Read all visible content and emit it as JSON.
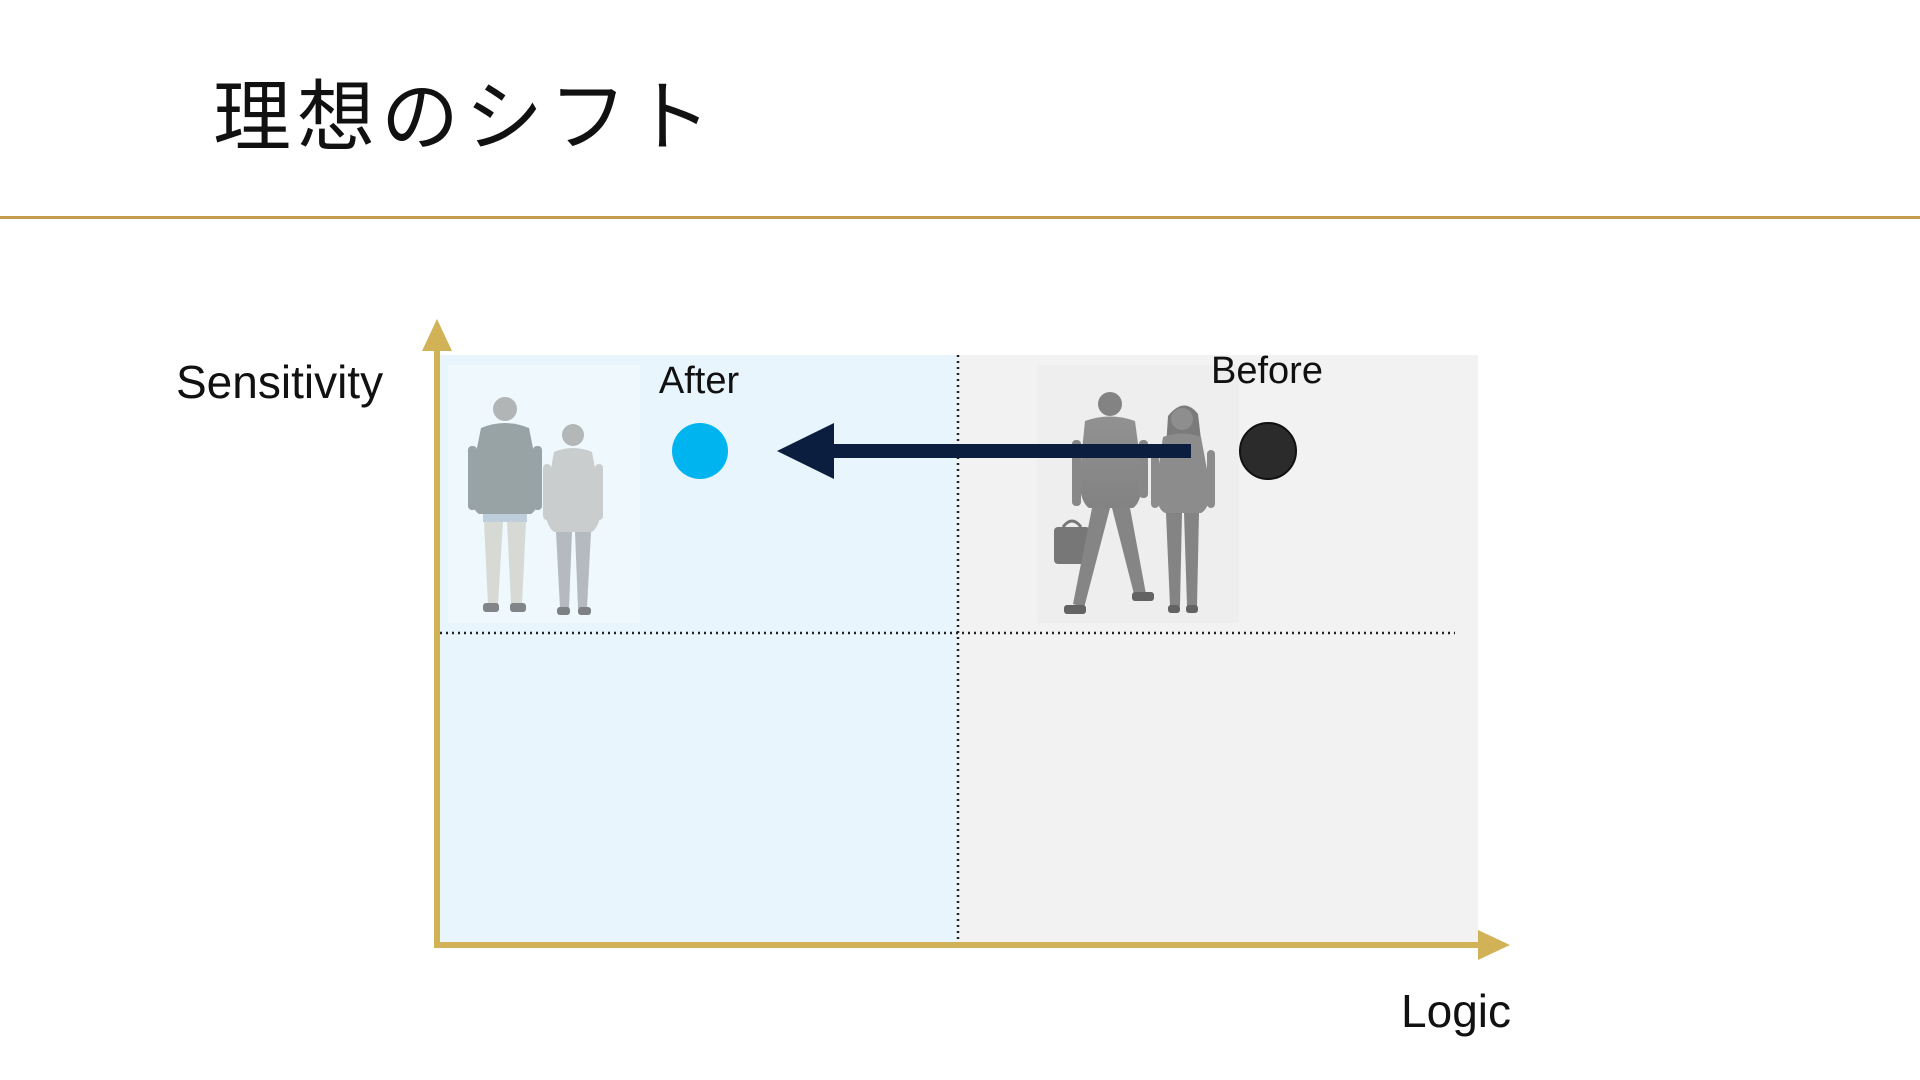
{
  "title": "理想のシフト",
  "axes": {
    "y_label": "Sensitivity",
    "x_label": "Logic"
  },
  "points": {
    "after": {
      "label": "After",
      "color": "#00b4f0"
    },
    "before": {
      "label": "Before",
      "color": "#2b2b2b"
    }
  },
  "colors": {
    "accent_rule": "#c49a4c",
    "axis": "#d1b256",
    "quadrant_left": "#e8f5fc",
    "quadrant_right": "#f2f2f2",
    "shift_arrow": "#0b1e3f",
    "divider": "#222222"
  },
  "figures": {
    "left": "elderly-couple-walking",
    "right": "business-couple-walking"
  }
}
